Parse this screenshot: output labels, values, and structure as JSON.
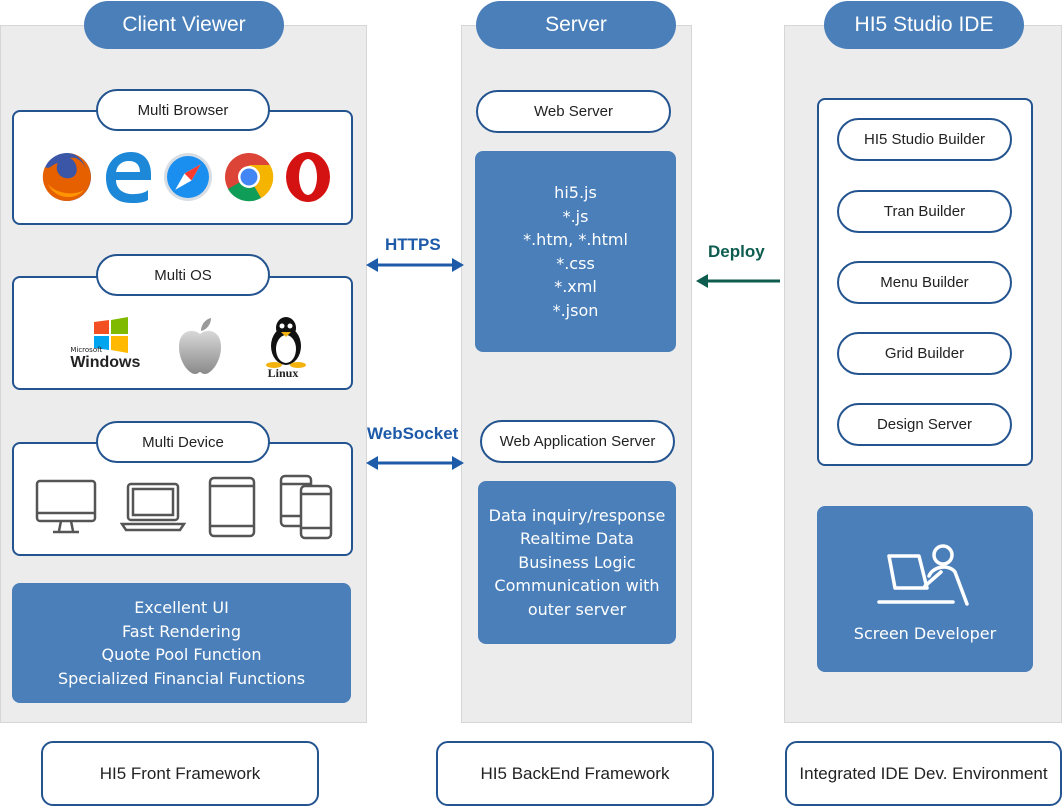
{
  "columns": {
    "client": {
      "title": "Client Viewer",
      "multi_browser": "Multi Browser",
      "multi_os": "Multi OS",
      "multi_device": "Multi Device",
      "features": [
        "Excellent UI",
        "Fast Rendering",
        "Quote Pool Function",
        "Specialized Financial Functions"
      ],
      "footer": "HI5 Front Framework",
      "browser_icons": [
        "firefox-icon",
        "edge-icon",
        "safari-icon",
        "chrome-icon",
        "opera-icon"
      ],
      "os_icons": [
        "windows-icon",
        "apple-icon",
        "linux-icon"
      ],
      "windows_small": "Microsoft",
      "windows_text": "Windows",
      "linux_text": "Linux",
      "device_icons": [
        "desktop-icon",
        "laptop-icon",
        "tablet-icon",
        "phones-icon"
      ]
    },
    "server": {
      "title": "Server",
      "web_server": "Web Server",
      "web_files": [
        "hi5.js",
        "*.js",
        "*.htm, *.html",
        "*.css",
        "*.xml",
        "*.json"
      ],
      "was": "Web Application Server",
      "was_items": [
        "Data inquiry/response",
        "Realtime Data",
        "Business Logic",
        "Communication with",
        "outer server"
      ],
      "footer": "HI5 BackEnd Framework"
    },
    "ide": {
      "title": "HI5 Studio IDE",
      "builders": [
        "HI5 Studio Builder",
        "Tran Builder",
        "Menu Builder",
        "Grid Builder",
        "Design Server"
      ],
      "developer": "Screen Developer",
      "footer": "Integrated IDE Dev. Environment"
    }
  },
  "connections": {
    "https": "HTTPS",
    "websocket": "WebSocket",
    "deploy": "Deploy"
  },
  "colors": {
    "accent": "#4a7fb9",
    "border": "#24548f",
    "panel": "#ececec",
    "arrow_blue": "#1d5aa8",
    "arrow_green": "#0e5c4f"
  }
}
